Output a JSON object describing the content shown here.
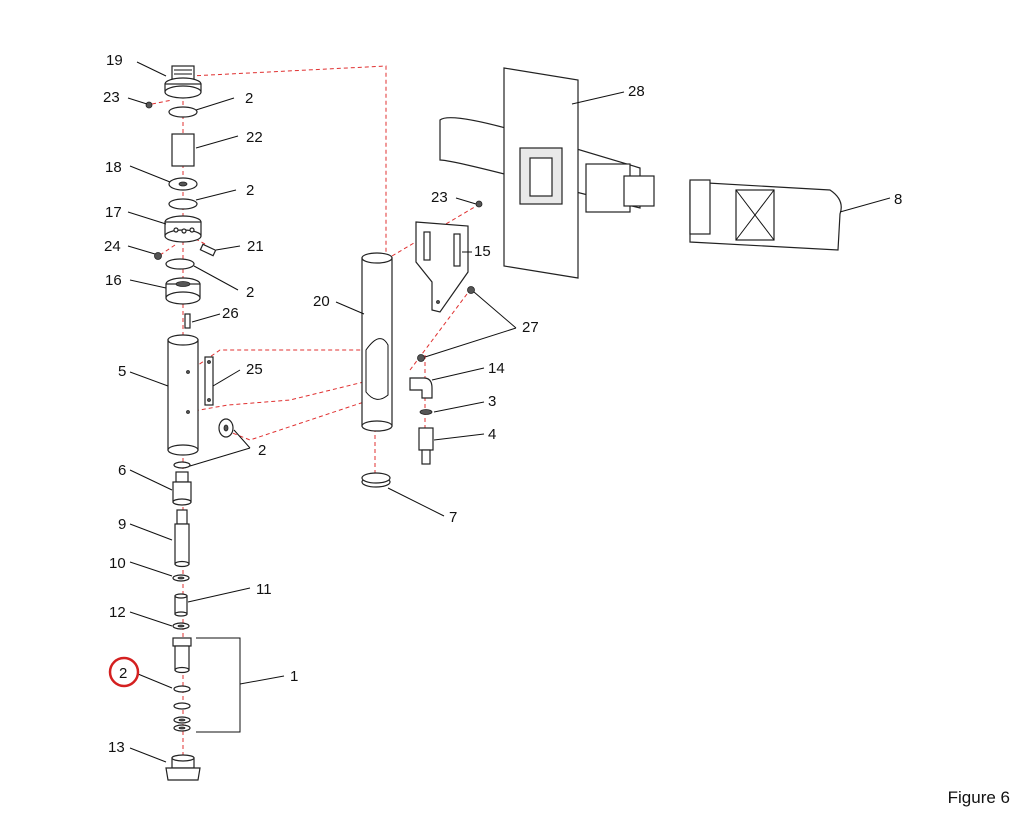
{
  "figure": {
    "caption": "Figure 6"
  },
  "callouts": {
    "c19": "19",
    "c23a": "23",
    "c2a": "2",
    "c22": "22",
    "c18": "18",
    "c2b": "2",
    "c17": "17",
    "c24": "24",
    "c21": "21",
    "c16": "16",
    "c2c": "2",
    "c26": "26",
    "c5": "5",
    "c25": "25",
    "c2d": "2",
    "c6": "6",
    "c9": "9",
    "c10": "10",
    "c11": "11",
    "c12": "12",
    "c2e": "2",
    "c1": "1",
    "c13": "13",
    "c20": "20",
    "c23b": "23",
    "c15": "15",
    "c27": "27",
    "c14": "14",
    "c3": "3",
    "c4": "4",
    "c7": "7",
    "c28": "28",
    "c8": "8"
  },
  "highlight": {
    "callout": "c2e",
    "color": "#d42020"
  },
  "colors": {
    "axis": "#e03030",
    "line": "#222222"
  }
}
